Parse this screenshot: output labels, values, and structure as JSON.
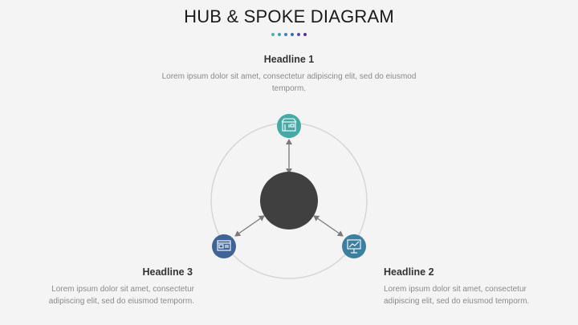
{
  "title": "HUB & SPOKE DIAGRAM",
  "accent_dots": [
    "#4bb3b0",
    "#3f9fb4",
    "#3a86b5",
    "#3e6aa6",
    "#5c4c9e",
    "#5b2f8f"
  ],
  "hub": {
    "color": "#404040"
  },
  "ring": {
    "color": "#d6d6d6"
  },
  "spokes": [
    {
      "headline": "Headline 1",
      "text": "Lorem ipsum dolor sit amet, consectetur adipiscing elit, sed do eiusmod temporm.",
      "color": "#44aaa5",
      "icon": "store-icon"
    },
    {
      "headline": "Headline 2",
      "text": "Lorem ipsum dolor sit amet, consectetur adipiscing elit, sed do eiusmod temporm.",
      "color": "#3d7fa0",
      "icon": "presentation-board-icon"
    },
    {
      "headline": "Headline 3",
      "text": "Lorem ipsum dolor sit amet, consectetur adipiscing elit, sed do eiusmod temporm.",
      "color": "#3f6496",
      "icon": "dashboard-screen-icon"
    }
  ]
}
